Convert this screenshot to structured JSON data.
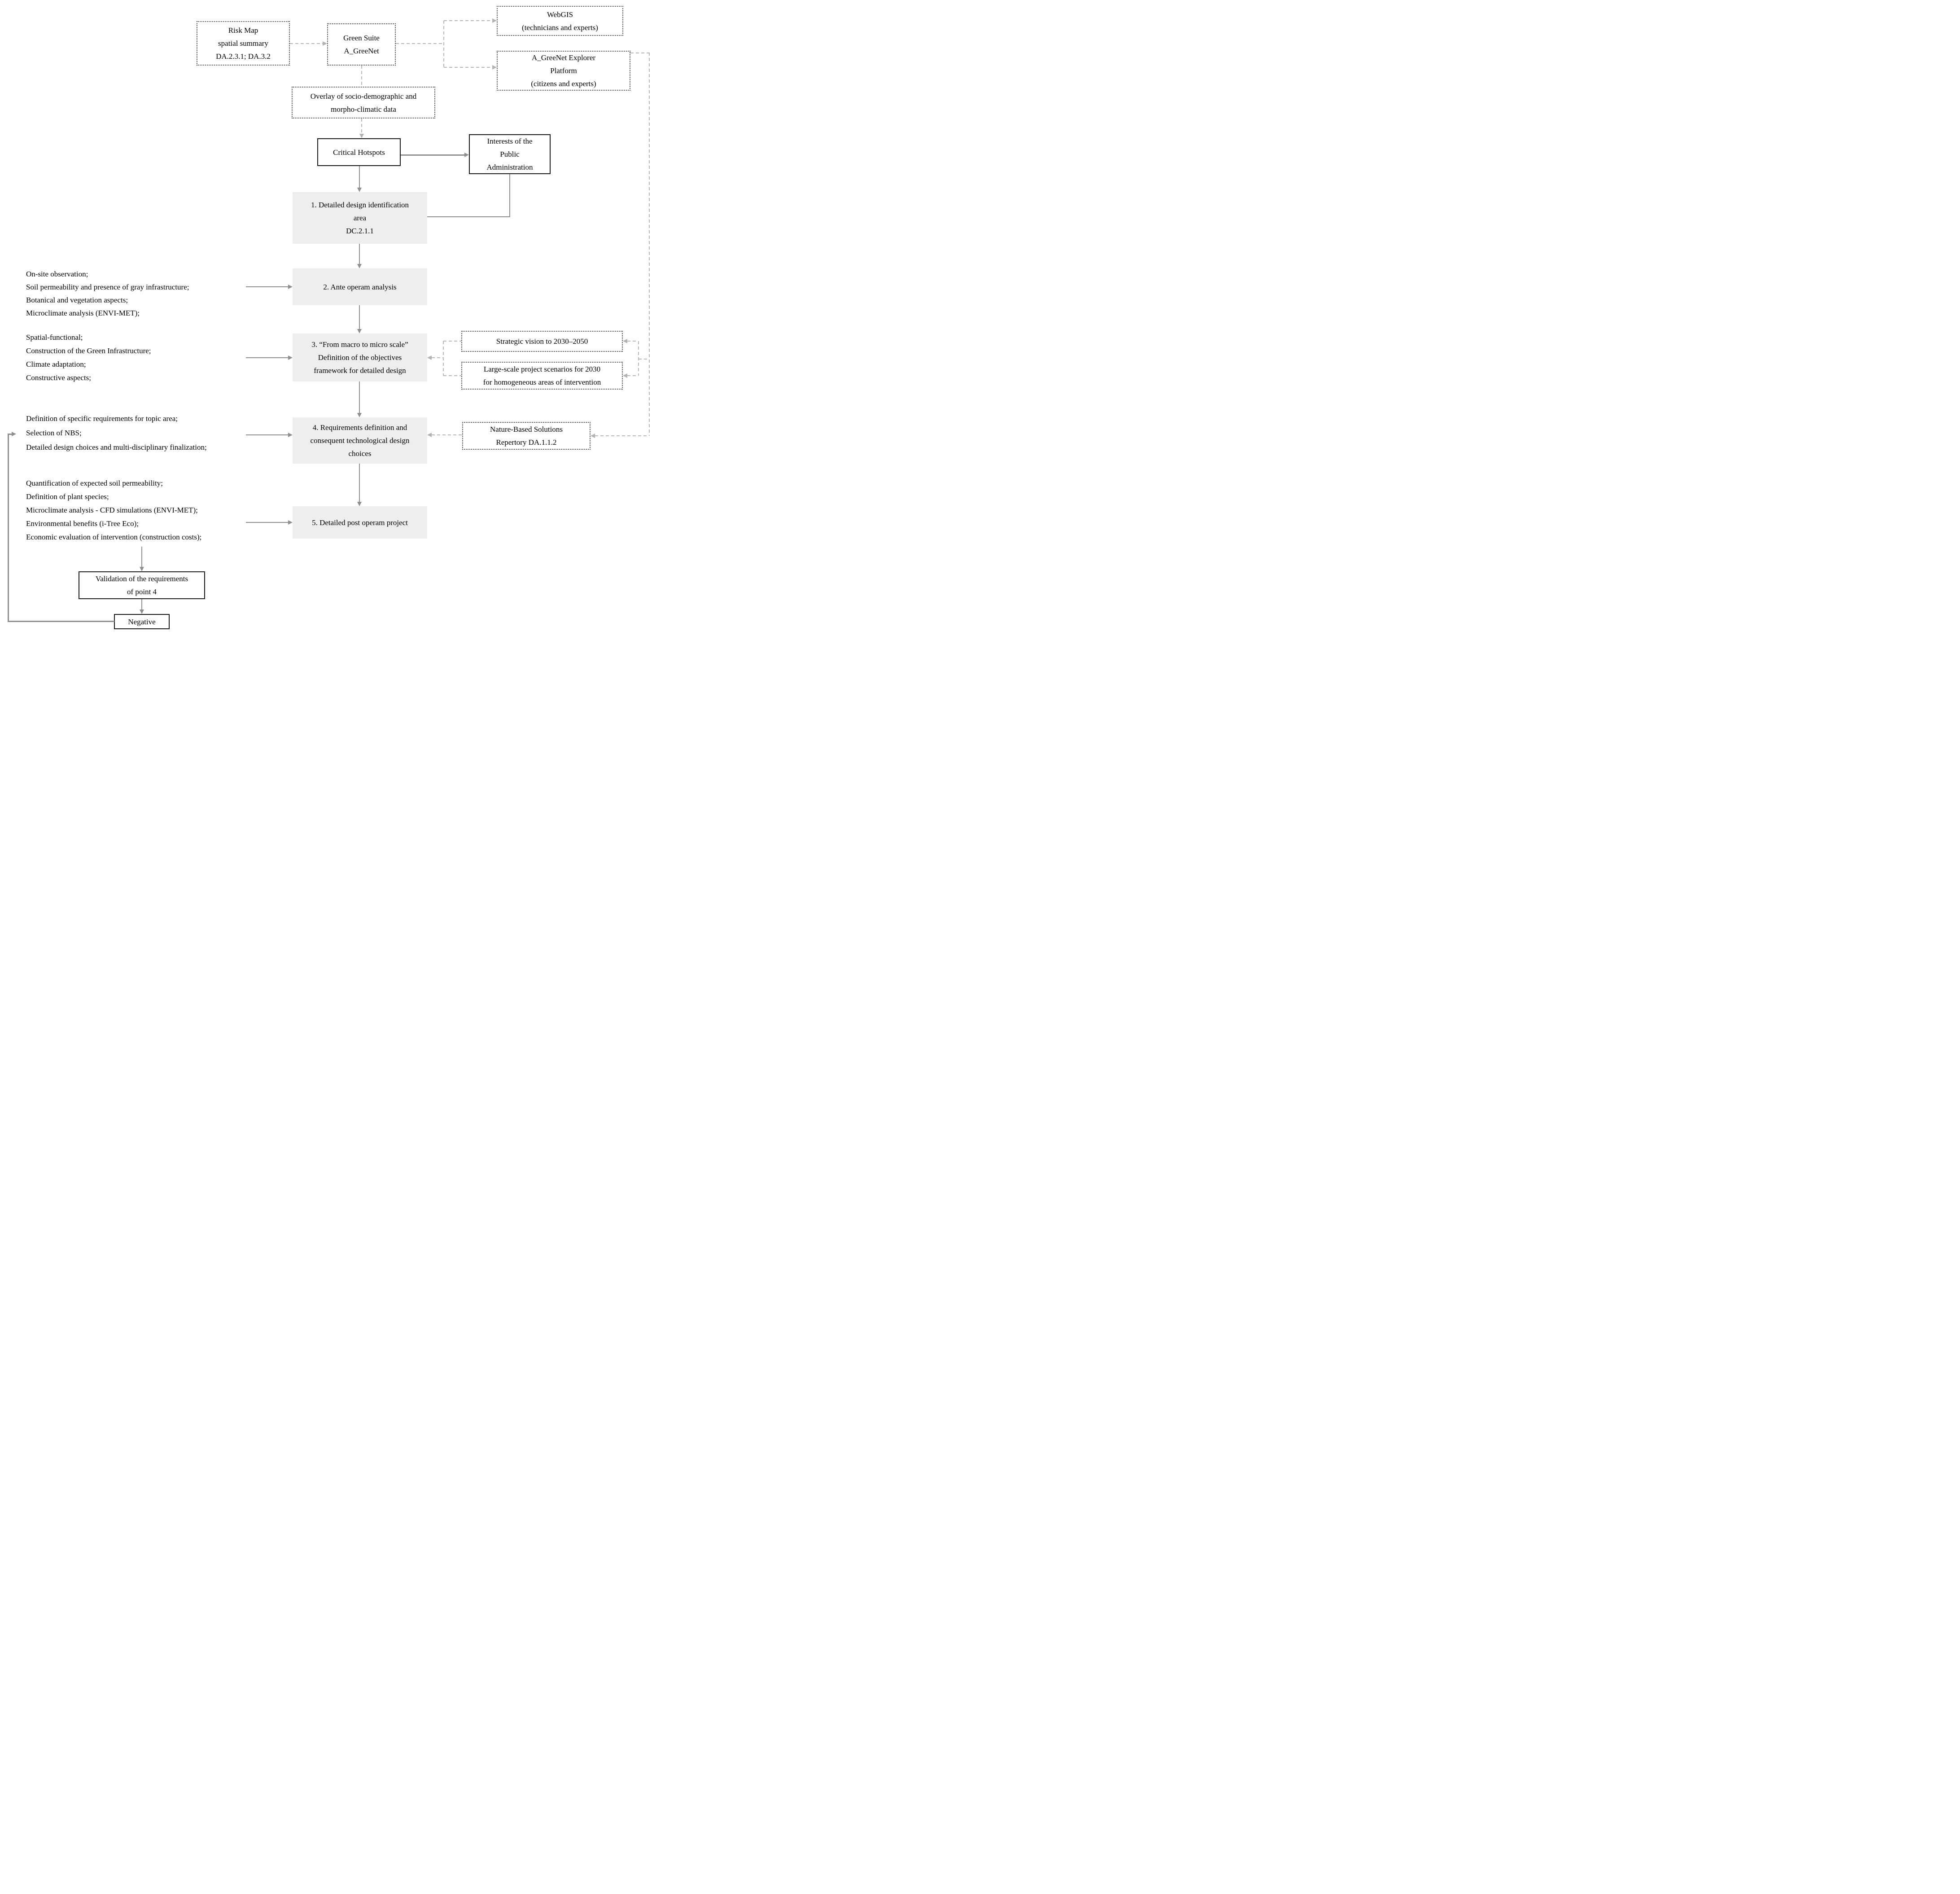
{
  "diagram": {
    "nodes": {
      "risk_map": {
        "lines": [
          "Risk Map",
          "spatial summary",
          "DA.2.3.1; DA.3.2"
        ]
      },
      "green_suite": {
        "lines": [
          "Green Suite",
          "A_GreeNet"
        ]
      },
      "webgis": {
        "lines": [
          "WebGIS",
          "(technicians and experts)"
        ]
      },
      "explorer": {
        "lines": [
          "A_GreeNet Explorer",
          "Platform",
          "(citizens and experts)"
        ]
      },
      "overlay": {
        "lines": [
          "Overlay of socio-demographic and",
          "morpho-climatic data"
        ]
      },
      "critical_hotspots": {
        "lines": [
          "Critical Hotspots"
        ]
      },
      "interests": {
        "lines": [
          "Interests of the",
          "Public",
          "Administration"
        ]
      },
      "step1": {
        "lines": [
          "1. Detailed design identification",
          "area",
          "DC.2.1.1"
        ]
      },
      "step2": {
        "lines": [
          "2. Ante operam analysis"
        ]
      },
      "step3": {
        "lines": [
          "3. “From macro to micro scale”",
          "Definition of the objectives",
          "framework for detailed design"
        ]
      },
      "step4": {
        "lines": [
          "4. Requirements definition and",
          "consequent technological design",
          "choices"
        ]
      },
      "step5": {
        "lines": [
          "5. Detailed post operam project"
        ]
      },
      "strategic_vision": {
        "lines": [
          "Strategic vision to 2030–2050"
        ]
      },
      "large_scale": {
        "lines": [
          "Large-scale project scenarios for 2030",
          "for homogeneous areas of intervention"
        ]
      },
      "nbs": {
        "lines": [
          "Nature-Based Solutions",
          "Repertory DA.1.1.2"
        ]
      },
      "validation": {
        "lines": [
          "Validation of the requirements",
          "of point 4"
        ]
      },
      "negative": {
        "lines": [
          "Negative"
        ]
      }
    },
    "notes": {
      "ante_operam_inputs": {
        "lines": [
          "On-site observation;",
          "Soil permeability and presence of gray infrastructure;",
          "Botanical and vegetation aspects;",
          "Microclimate analysis (ENVI-MET);"
        ]
      },
      "objectives_inputs": {
        "lines": [
          "Spatial-functional;",
          "Construction of the Green Infrastructure;",
          "Climate adaptation;",
          "Constructive aspects;"
        ]
      },
      "requirements_inputs": {
        "lines": [
          "Definition of specific requirements for topic area;",
          "Selection of NBS;",
          "Detailed design choices and multi-disciplinary finalization;"
        ]
      },
      "post_operam_inputs": {
        "lines": [
          "Quantification of expected soil permeability;",
          "Definition of plant species;",
          "Microclimate analysis - CFD simulations (ENVI-MET);",
          "Environmental benefits (i-Tree Eco);",
          "Economic evaluation of intervention (construction costs);"
        ]
      }
    },
    "colors": {
      "step_fill": "#eeeeee",
      "solid_line": "#909090",
      "dashed_line": "#b8b8b8",
      "box_border": "#1a1a1a",
      "dotted_border": "#4a4a4a"
    }
  }
}
